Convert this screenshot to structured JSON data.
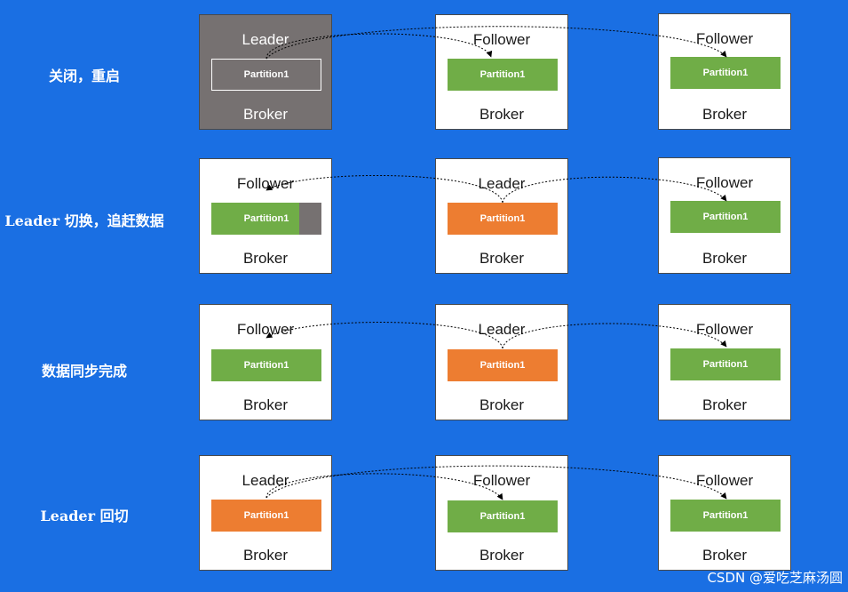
{
  "rows": [
    {
      "label": "关闭，重启",
      "brokers": [
        {
          "role": "Leader",
          "name": "Broker",
          "partition": "Partition1",
          "state": "down"
        },
        {
          "role": "Follower",
          "name": "Broker",
          "partition": "Partition1",
          "state": "follower"
        },
        {
          "role": "Follower",
          "name": "Broker",
          "partition": "Partition1",
          "state": "follower"
        }
      ]
    },
    {
      "label": "Leader 切换，追赶数据",
      "brokers": [
        {
          "role": "Follower",
          "name": "Broker",
          "partition": "Partition1",
          "state": "catching-up"
        },
        {
          "role": "Leader",
          "name": "Broker",
          "partition": "Partition1",
          "state": "leader"
        },
        {
          "role": "Follower",
          "name": "Broker",
          "partition": "Partition1",
          "state": "follower"
        }
      ]
    },
    {
      "label": "数据同步完成",
      "brokers": [
        {
          "role": "Follower",
          "name": "Broker",
          "partition": "Partition1",
          "state": "follower"
        },
        {
          "role": "Leader",
          "name": "Broker",
          "partition": "Partition1",
          "state": "leader"
        },
        {
          "role": "Follower",
          "name": "Broker",
          "partition": "Partition1",
          "state": "follower"
        }
      ]
    },
    {
      "label": "Leader 回切",
      "brokers": [
        {
          "role": "Leader",
          "name": "Broker",
          "partition": "Partition1",
          "state": "leader"
        },
        {
          "role": "Follower",
          "name": "Broker",
          "partition": "Partition1",
          "state": "follower"
        },
        {
          "role": "Follower",
          "name": "Broker",
          "partition": "Partition1",
          "state": "follower"
        }
      ]
    }
  ],
  "watermark": "CSDN @爱吃芝麻汤圆",
  "colors": {
    "background": "#1a6fe3",
    "leader_partition": "#ed7d31",
    "follower_partition": "#70ad47",
    "down_broker": "#767171"
  }
}
